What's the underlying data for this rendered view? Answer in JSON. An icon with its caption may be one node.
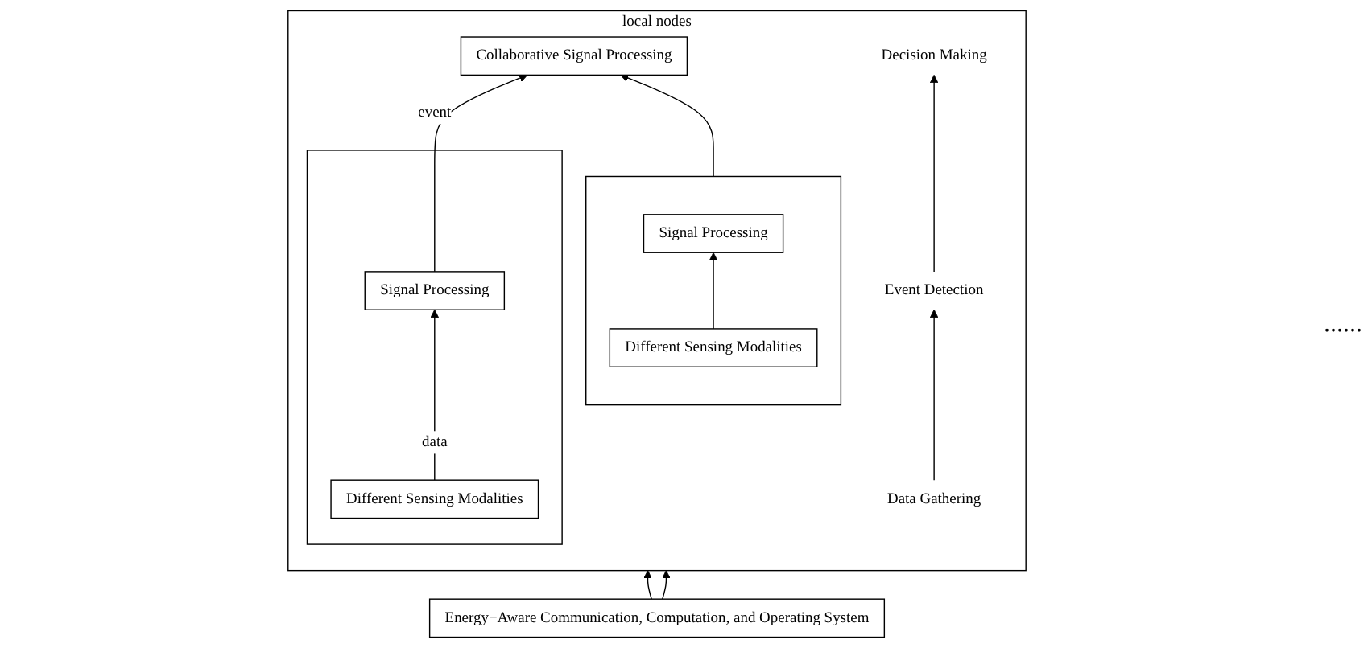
{
  "diagram": {
    "nodes": [
      {
        "text": [
          "local nodes"
        ]
      },
      {
        "text": [
          "Collaborative Signal Processing"
        ],
        "in": 0
      },
      {
        "text": [],
        "shape": "box",
        "in": 0
      },
      {
        "text": [
          "Signal Processing"
        ],
        "in": 2
      },
      {
        "text": [
          "Different Sensing Modalities"
        ],
        "in": 2
      },
      {
        "text": [],
        "shape": "box",
        "in": 0
      },
      {
        "text": [
          "Signal Processing"
        ],
        "in": 5
      },
      {
        "text": [
          "Different Sensing Modalities"
        ],
        "in": 5
      },
      {
        "text": [
          "Energy−Aware Communication, Computation, and Operating System"
        ]
      },
      {
        "text": [
          "Decision Making"
        ],
        "in": 0
      },
      {
        "text": [
          "Event Detection"
        ],
        "in": 0
      },
      {
        "text": [
          "Data Gathering"
        ],
        "in": 0
      }
    ],
    "edges": [
      {
        "from": 4,
        "to": 3,
        "label": "data",
        "arrow": "to"
      },
      {
        "from": 3,
        "to": 1,
        "label": "event",
        "arrow": "to"
      },
      {
        "from": 7,
        "to": 6,
        "arrow": "to"
      },
      {
        "from": 5,
        "to": 1,
        "arrow": "to"
      },
      {
        "from": 8,
        "to": 0,
        "arrow": "to"
      },
      {
        "from": 8,
        "to": 0,
        "arrow": "to"
      },
      {
        "from": 11,
        "to": 10,
        "arrow": "to"
      },
      {
        "from": 10,
        "to": 9,
        "arrow": "to"
      }
    ],
    "labels": [
      "......"
    ]
  }
}
